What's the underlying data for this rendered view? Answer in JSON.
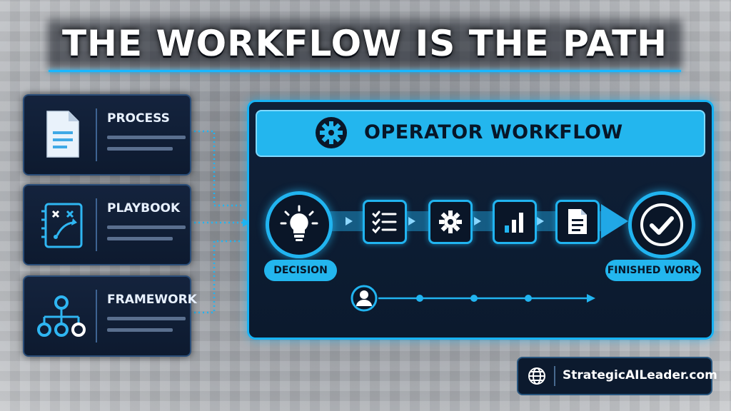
{
  "title": "THE WORKFLOW IS THE PATH",
  "sources": [
    {
      "label": "PROCESS",
      "icon": "document-icon"
    },
    {
      "label": "PLAYBOOK",
      "icon": "playbook-icon"
    },
    {
      "label": "FRAMEWORK",
      "icon": "hierarchy-icon"
    }
  ],
  "workflow": {
    "title": "OPERATOR WORKFLOW",
    "title_icon": "gear-icon",
    "start_label": "DECISION",
    "end_label": "FINISHED WORK",
    "steps": [
      "lightbulb-icon",
      "checklist-icon",
      "gear-icon",
      "bar-chart-icon",
      "document-icon",
      "checkmark-icon"
    ],
    "timeline_icon": "person-icon"
  },
  "footer": {
    "url": "StrategicAILeader.com",
    "icon": "globe-icon"
  },
  "colors": {
    "accent": "#21b4f0",
    "panel": "#0b1a2e",
    "text": "#ffffff"
  }
}
